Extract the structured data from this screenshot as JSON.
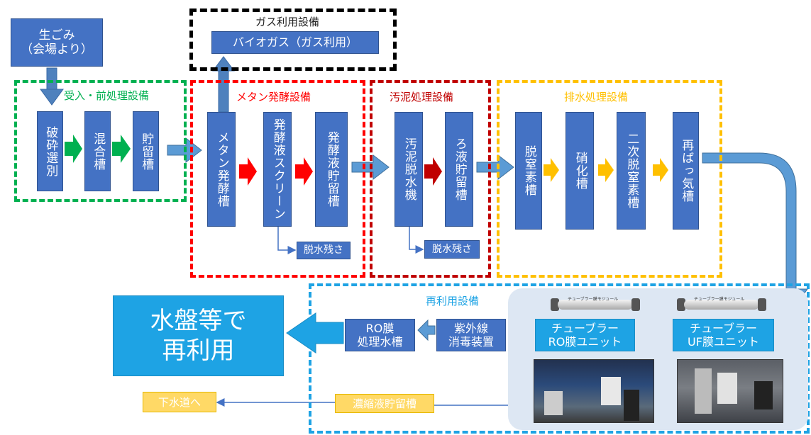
{
  "gas": {
    "frame_title": "ガス利用設備",
    "box": "バイオガス（ガス利用）"
  },
  "food": {
    "line1": "生ごみ",
    "line2": "（会場より）"
  },
  "pre": {
    "title": "受入・前処理設備",
    "crush": "破砕選別",
    "mix": "混合槽",
    "store": "貯留槽"
  },
  "methane": {
    "title": "メタン発酵設備",
    "tank": "メタン発酵槽",
    "screen": "発酵液スクリーン",
    "liquor": "発酵液貯留槽",
    "residue": "脱水残さ"
  },
  "sludge": {
    "title": "汚泥処理設備",
    "dewater": "汚泥脱水機",
    "filtrate": "ろ液貯留槽",
    "residue": "脱水残さ"
  },
  "waste": {
    "title": "排水処理設備",
    "denit": "脱窒素槽",
    "nitr": "硝化槽",
    "denit2": "二次脱窒素槽",
    "reaer": "再ばっ気槽"
  },
  "reuse": {
    "title": "再利用設備",
    "uf": "チューブラー\nUF膜ユニット",
    "ro": "チューブラー\nRO膜ユニット",
    "uv": "紫外線\n消毒装置",
    "ro_water": "RO膜\n処理水槽",
    "final": "水盤等で\n再利用",
    "concentrate": "濃縮液貯留槽",
    "sewer": "下水道へ",
    "module_label": "チューブラー膜モジュール"
  },
  "colors": {
    "box": "#4472c4",
    "green": "#00b050",
    "red": "#ff0000",
    "darkred": "#c00000",
    "orange": "#ffc000",
    "teal": "#1ea3e4",
    "gas_frame": "#000000",
    "reuse_frame": "#1ea3e4"
  }
}
